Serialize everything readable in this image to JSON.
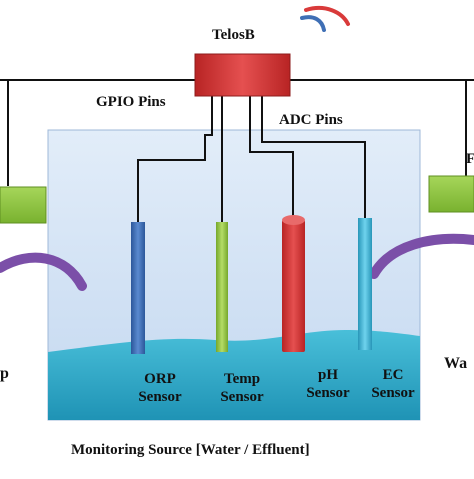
{
  "diagram": {
    "controller": {
      "label": "TelosB",
      "color": "#d43a3a",
      "icon": "wireless-signal-icon"
    },
    "gpio_label": "GPIO Pins",
    "adc_label": "ADC Pins",
    "source_label": "Monitoring Source [Water / Effluent]",
    "right_label_partial": "Wa",
    "left_label_partial": "p",
    "right_top_partial": "F",
    "sensors": [
      {
        "line1": "ORP",
        "line2": "Sensor",
        "color": "#3f6fb5"
      },
      {
        "line1": "Temp",
        "line2": "Sensor",
        "color": "#93c83f"
      },
      {
        "line1": "pH",
        "line2": "Sensor",
        "color": "#d93a3a"
      },
      {
        "line1": "EC",
        "line2": "Sensor",
        "color": "#3fb3d3"
      }
    ],
    "colors": {
      "tank_fill": "#cfe0f5",
      "water": "#2fa9c9",
      "pump_box": "#8cc43f",
      "hose": "#7b4fa8",
      "wires": "#111111"
    }
  }
}
